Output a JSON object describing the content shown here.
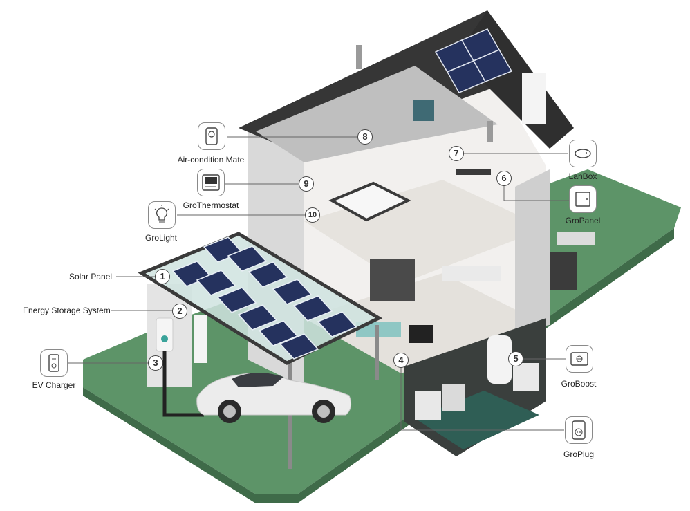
{
  "markers": [
    {
      "id": "1",
      "label": "Solar Panel"
    },
    {
      "id": "2",
      "label": "Energy Storage System"
    },
    {
      "id": "3",
      "label": "EV Charger"
    },
    {
      "id": "4",
      "label": ""
    },
    {
      "id": "5",
      "label": "GroBoost"
    },
    {
      "id": "6",
      "label": "GroPanel"
    },
    {
      "id": "7",
      "label": "LanBox"
    },
    {
      "id": "8",
      "label": "Air-condition Mate"
    },
    {
      "id": "9",
      "label": "GroThermostat"
    },
    {
      "id": "10",
      "label": "GroLight"
    },
    {
      "id": "4b",
      "label": "GroPlug"
    }
  ],
  "device_icons": [
    "ac-mate-icon",
    "thermostat-icon",
    "light-bulb-icon",
    "ev-charger-icon",
    "lanbox-icon",
    "panel-icon",
    "boost-icon",
    "plug-icon"
  ],
  "colors": {
    "lawn": "#5d9468",
    "roof": "#3a3a3a",
    "solar_panel": "#25325e",
    "car": "#e8e8e8",
    "badge_border": "#444444"
  }
}
